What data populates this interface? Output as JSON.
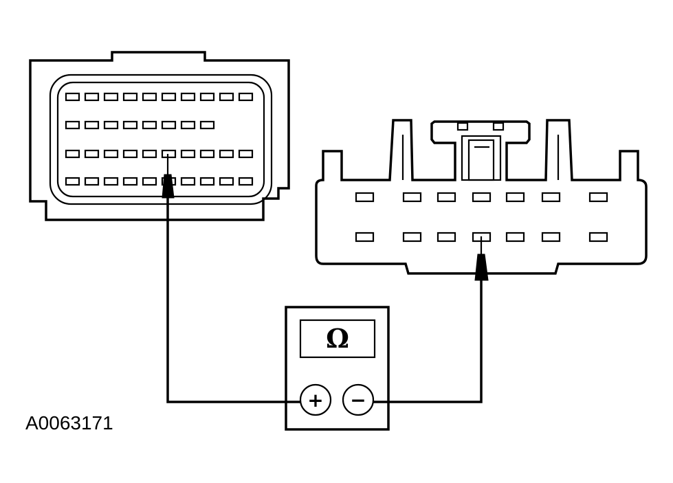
{
  "figure": {
    "id_label": "A0063171"
  },
  "meter": {
    "mode_symbol": "Ω",
    "positive_jack": "+",
    "negative_jack": "−"
  },
  "connector_left": {
    "rows": [
      10,
      8,
      10,
      10
    ]
  },
  "connector_right": {
    "rows": [
      7,
      7
    ]
  }
}
